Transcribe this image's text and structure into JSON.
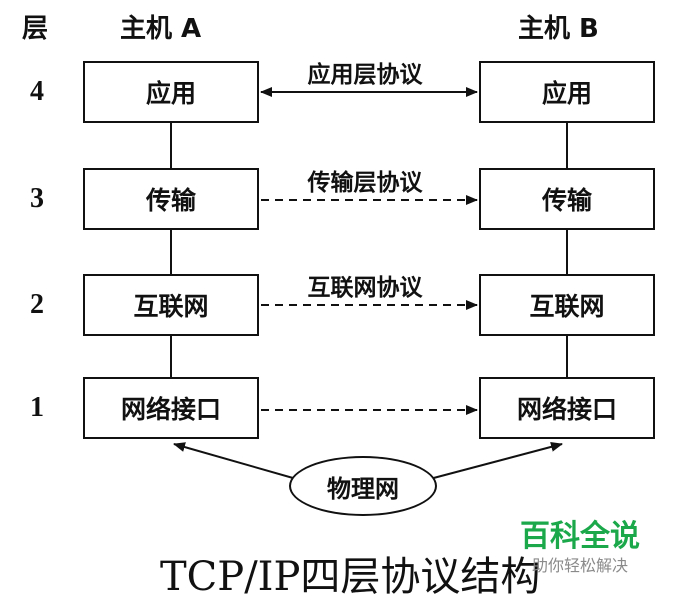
{
  "header": {
    "layer_label": "层",
    "host_a": "主机 A",
    "host_b": "主机 B"
  },
  "layers": [
    {
      "number": "4",
      "name": "应用",
      "protocol": "应用层协议"
    },
    {
      "number": "3",
      "name": "传输",
      "protocol": "传输层协议"
    },
    {
      "number": "2",
      "name": "互联网",
      "protocol": "互联网协议"
    },
    {
      "number": "1",
      "name": "网络接口",
      "protocol": ""
    }
  ],
  "physical_network": "物理网",
  "caption": "TCP/IP四层协议结构",
  "watermark": {
    "main": "百科全说",
    "sub": "助你轻松解决"
  },
  "colors": {
    "line": "#111111",
    "watermark_green": "#1aa84a",
    "watermark_gray": "#8a8a8a"
  }
}
